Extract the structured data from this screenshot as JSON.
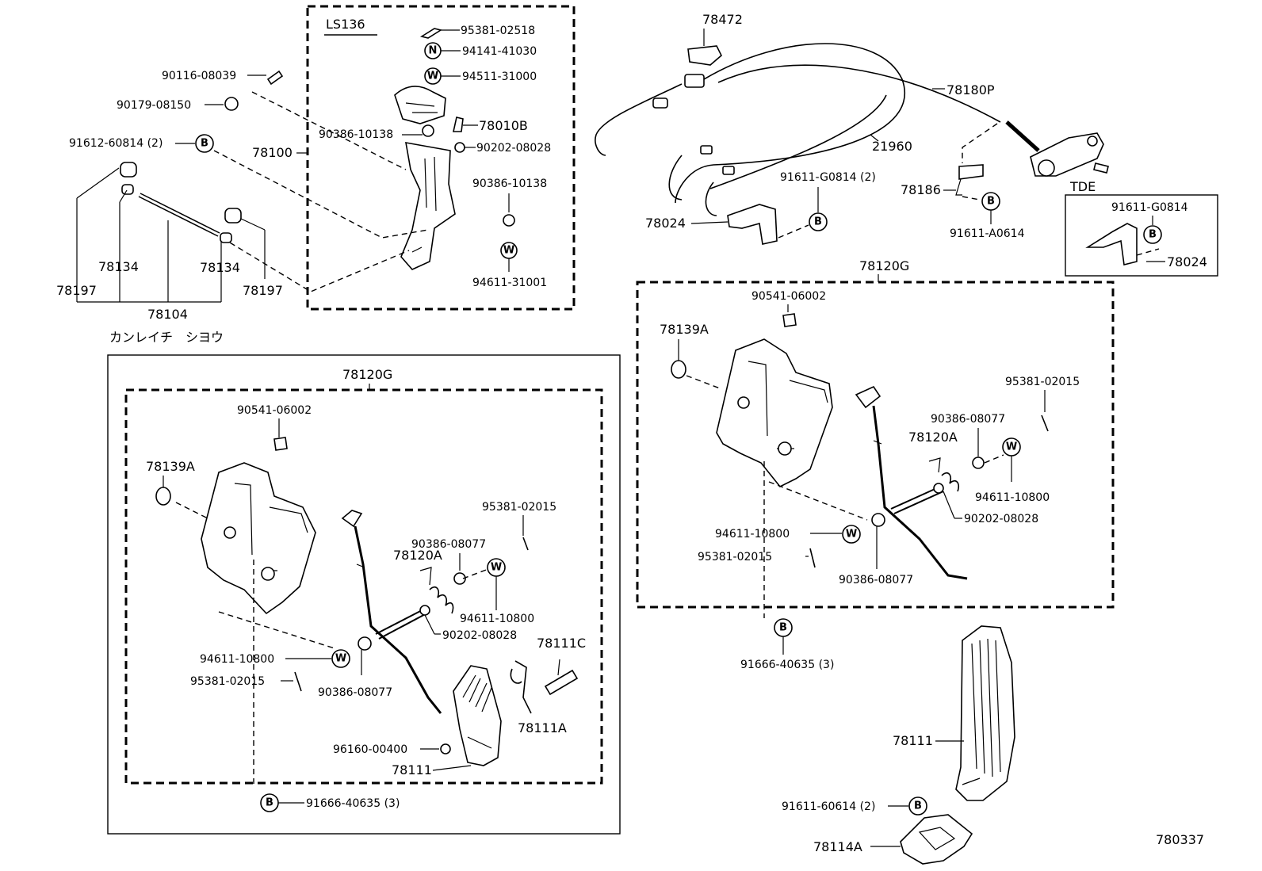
{
  "header": {
    "variant_note": "カンレイチ　シヨウ",
    "tde_label": "TDE",
    "ls136_label": "LS136",
    "drawing_number": "780337"
  },
  "symbols": {
    "B": "B",
    "W": "W",
    "N": "N"
  },
  "upper_left": {
    "p_90116": "90116-08039",
    "p_90179": "90179-08150",
    "p_91612": "91612-60814 (2)",
    "p_78100": "78100",
    "p_78134_a": "78134",
    "p_78134_b": "78134",
    "p_78197_a": "78197",
    "p_78197_b": "78197",
    "p_78104": "78104"
  },
  "ls136": {
    "p_95381": "95381-02518",
    "p_94141": "94141-41030",
    "p_94511": "94511-31000",
    "p_90386_a": "90386-10138",
    "p_78010b": "78010B",
    "p_90202": "90202-08028",
    "p_90386_b": "90386-10138",
    "p_94611": "94611-31001"
  },
  "cable": {
    "p_78472": "78472",
    "p_78180p": "78180P",
    "p_21960": "21960",
    "p_91611_g": "91611-G0814 (2)",
    "p_78186": "78186",
    "p_78024": "78024",
    "p_91611_a": "91611-A0614"
  },
  "tde": {
    "p_91611": "91611-G0814",
    "p_78024": "78024"
  },
  "lower_left": {
    "p_78120g": "78120G",
    "p_90541": "90541-06002",
    "p_78139a": "78139A",
    "p_95381_a": "95381-02015",
    "p_90386_a": "90386-08077",
    "p_78120a": "78120A",
    "p_94611_a": "94611-10800",
    "p_90202": "90202-08028",
    "p_78111c": "78111C",
    "p_94611_b": "94611-10800",
    "p_95381_b": "95381-02015",
    "p_90386_b": "90386-08077",
    "p_78111a": "78111A",
    "p_96160": "96160-00400",
    "p_78111": "78111",
    "p_91666": "91666-40635 (3)"
  },
  "right": {
    "p_78120g": "78120G",
    "p_90541": "90541-06002",
    "p_78139a": "78139A",
    "p_95381_a": "95381-02015",
    "p_90386_a": "90386-08077",
    "p_78120a": "78120A",
    "p_94611_a": "94611-10800",
    "p_90202": "90202-08028",
    "p_94611_b": "94611-10800",
    "p_95381_b": "95381-02015",
    "p_90386_b": "90386-08077",
    "p_91666": "91666-40635 (3)",
    "p_78111": "78111",
    "p_91611": "91611-60614 (2)",
    "p_78114a": "78114A"
  }
}
